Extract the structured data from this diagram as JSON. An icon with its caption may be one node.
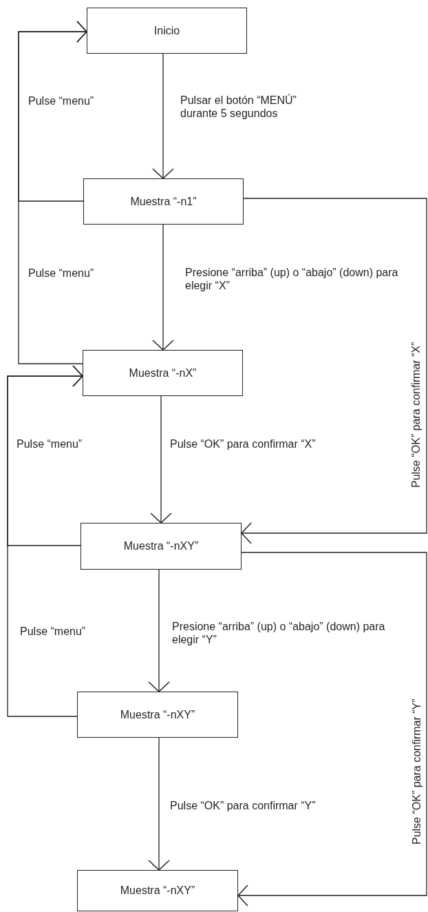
{
  "diagram": {
    "nodes": [
      {
        "text": [
          "Inicio"
        ]
      },
      {
        "text": [
          "Muestra “-n1”"
        ]
      },
      {
        "text": [
          "Muestra “-nX”"
        ]
      },
      {
        "text": [
          "Muestra “-nXY”"
        ]
      },
      {
        "text": [
          "Muestra “-nXY”"
        ]
      },
      {
        "text": [
          "Muestra “-nXY”"
        ]
      }
    ],
    "edges": [
      {
        "from": 0,
        "to": 1,
        "arrow": "to",
        "label": "Pulsar el botón “MENÚ” durante 5 segundos"
      },
      {
        "from": 1,
        "to": 2,
        "arrow": "to",
        "label": "Presione “arriba” (up) o “abajo” (down) para elegir “X”"
      },
      {
        "from": 2,
        "to": 3,
        "arrow": "to",
        "label": "Pulse “OK” para confirmar “X”"
      },
      {
        "from": 3,
        "to": 4,
        "arrow": "to",
        "label": "Presione “arriba” (up) o “abajo” (down) para elegir “Y”"
      },
      {
        "from": 4,
        "to": 5,
        "arrow": "to",
        "label": "Pulse “OK” para confirmar “Y”"
      },
      {
        "from": 1,
        "to": 0,
        "arrow": "to",
        "label": "Pulse “menu”"
      },
      {
        "from": 2,
        "to": 0,
        "arrow": "to",
        "label": "Pulse “menu”"
      },
      {
        "from": 3,
        "to": 2,
        "arrow": "to",
        "label": "Pulse “menu”"
      },
      {
        "from": 4,
        "to": 2,
        "arrow": "to",
        "label": "Pulse “menu”"
      },
      {
        "from": 1,
        "to": 3,
        "arrow": "to",
        "label": "Pulse “OK” para confirmar “X”"
      },
      {
        "from": 3,
        "to": 5,
        "arrow": "to",
        "label": "Pulse “OK” para confirmar “Y”"
      }
    ]
  }
}
